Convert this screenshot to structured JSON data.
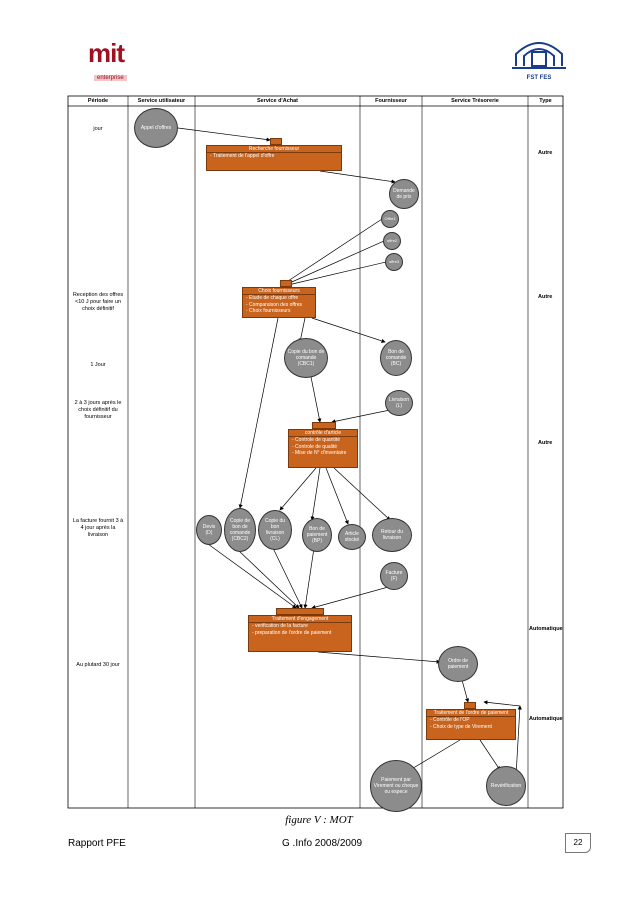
{
  "header": {
    "cols": [
      "Période",
      "Service utilisateur",
      "Service d'Achat",
      "Fournisseur",
      "Service Trésorerie",
      "Type"
    ]
  },
  "periods": {
    "p1": "jour",
    "p2": "Reception des offres <10 J pour faire un choix définitif",
    "p3": "1 Jour",
    "p4": "2 à 3 jours après le choix définitif du fournisseur",
    "p5": "La facture fournit 3 à 4 jour après la livraison",
    "p6": "Au plutard 30 jour"
  },
  "types": {
    "t1": "Autre",
    "t2": "Autre",
    "t3": "Autre",
    "t4": "Automatique",
    "t5": "Automatique"
  },
  "nodes": {
    "appel": "Appel d'offres",
    "demande": "Demande de prix",
    "offre1": "Offre1",
    "offre2": "offre2",
    "offre3": "offre3",
    "copie_bc1": "Copie du bon de comande (CBC1)",
    "bc": "Bon de comande (BC)",
    "livraison": "Livraison (L)",
    "devis": "Devis (D)",
    "copie_bc2": "Copie de bon de comande (CBC2)",
    "copie_bl": "Copie du bon livraison (CL)",
    "bon_paiement": "Bon de paiement (BP)",
    "article": "Article stocké",
    "retour": "Retour du livraison",
    "facture": "Facture (F)",
    "ordre": "Ordre de paiement",
    "paiement": "Paiement par Virement ou cheque ou espece",
    "reverif": "Revérification"
  },
  "boxes": {
    "b1": {
      "title": "Recherche fournisseur",
      "lines": [
        "- Traitement de l'appel d'offre"
      ]
    },
    "b2": {
      "title": "Choix fournisseurs",
      "lines": [
        "- Etude de chaque offre",
        "- Comparaison des offres",
        "- Choix fournisseurs"
      ]
    },
    "b3": {
      "title": "contrôle d'article",
      "lines": [
        "- Controle de quantité",
        "- Controle de qualité",
        "- Mise de N° d'inventaire"
      ]
    },
    "b4": {
      "title": "Traitement d'engagement",
      "lines": [
        "- verification de la facture",
        "- preparation de l'ordre de paiement"
      ]
    },
    "b5": {
      "title": "Traitement de l'ordre de paiement",
      "lines": [
        "- Contrôle de l'OP",
        "- Choix de type de Virement"
      ]
    }
  },
  "caption": "figure V : MOT",
  "footer": {
    "left": "Rapport PFE",
    "center": "G .Info 2008/2009",
    "page": "22"
  },
  "logos": {
    "left_text": "mit",
    "left_sub": "enterprise",
    "right_text": "FST FES"
  },
  "colors": {
    "box": "#c8641e",
    "node": "#8c8c8c",
    "brand_red": "#a01020"
  }
}
